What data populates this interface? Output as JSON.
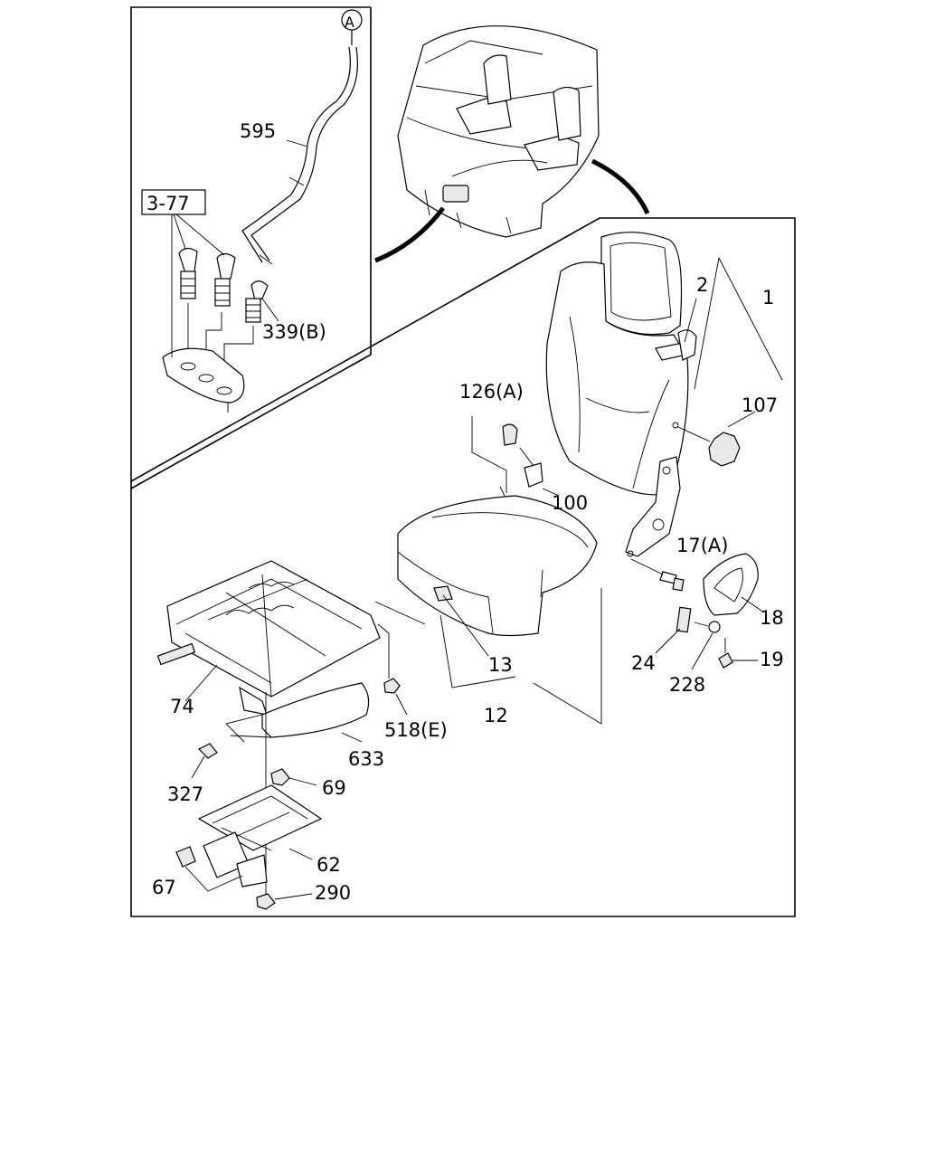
{
  "labels": {
    "ref_a": "A",
    "p595": "595",
    "p3_77": "3-77",
    "p339b": "339(B)",
    "p2": "2",
    "p1": "1",
    "p107": "107",
    "p126a": "126(A)",
    "p100": "100",
    "p17a": "17(A)",
    "p18": "18",
    "p19": "19",
    "p24": "24",
    "p228": "228",
    "p13": "13",
    "p12": "12",
    "p74": "74",
    "p518e": "518(E)",
    "p633": "633",
    "p327": "327",
    "p69": "69",
    "p62": "62",
    "p67": "67",
    "p290": "290"
  }
}
